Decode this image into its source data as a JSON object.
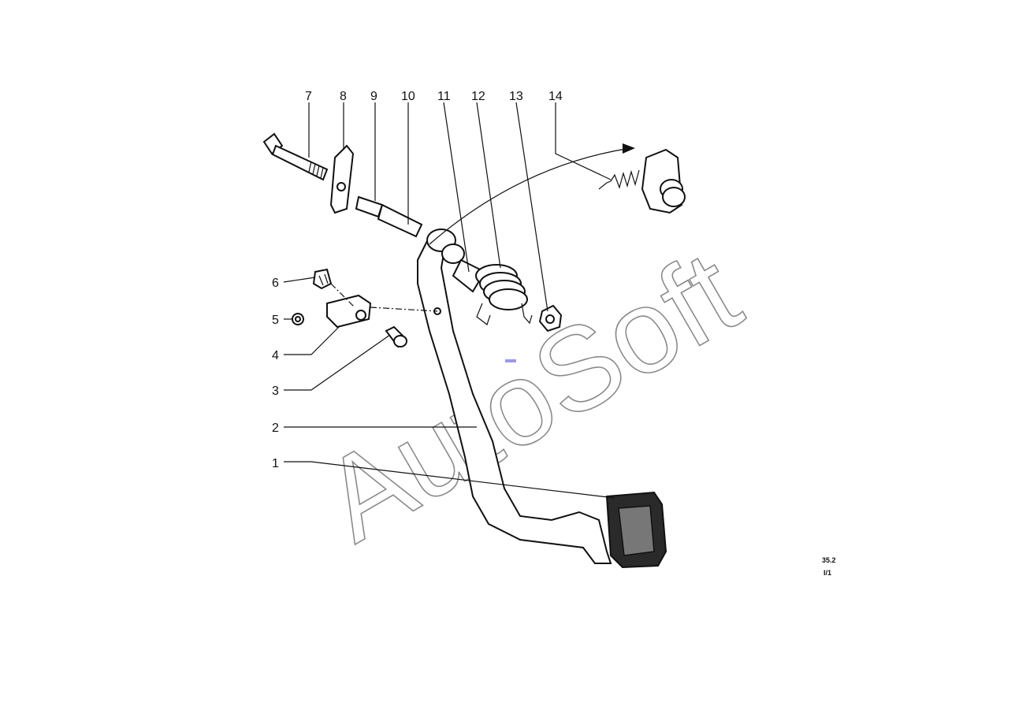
{
  "diagram": {
    "callouts": [
      "1",
      "2",
      "3",
      "4",
      "5",
      "6",
      "7",
      "8",
      "9",
      "10",
      "11",
      "12",
      "13",
      "14"
    ],
    "reference": {
      "code": "35.2",
      "sheet": "I/1"
    },
    "watermark": "AutoSoft"
  },
  "colors": {
    "line": "#111111",
    "watermark": "#8a8a8a",
    "marker": "#9999ee"
  }
}
